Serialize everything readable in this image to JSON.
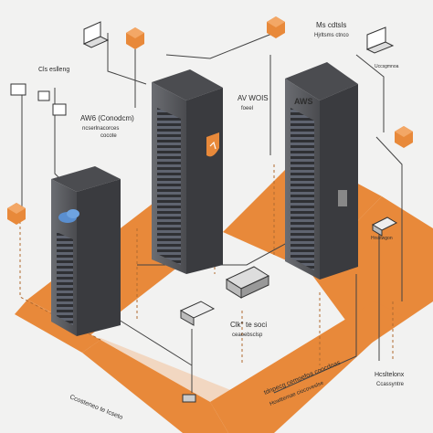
{
  "labels": {
    "top_right": "Ms cdtsls",
    "top_right_sub": "Hjrltsms ctnco",
    "left_upper": "Cls eslleng",
    "aws_left": "AW6 (Conodcm)",
    "aws_left_sub1": "ncserlnacorces",
    "aws_left_sub2": "cocote",
    "mid_right": "AV WOIS",
    "mid_right_sub": "foeel",
    "rack_logo": "AWS",
    "center_bottom": "Clk° te soci",
    "center_bottom_sub": "ceaoebsclsp",
    "bottom_left": "Ccosteneo te Icseto",
    "bottom_right_main": "tdnpecg cemoefoa coocdoas",
    "bottom_right_sub": "Howttemae ciocoveslse",
    "far_right_bottom": "Hcsltelonx",
    "far_right_bottom_sub": "Ccassyntre",
    "right_small_1": "Hrsstwgon",
    "right_small_2": "Uccsgmnoa"
  },
  "colors": {
    "accent": "#e8893a",
    "accent_light": "#f3a766",
    "rack_dark": "#3a3b3f",
    "rack_side": "#57595d",
    "background": "#f2f2f1",
    "line": "#444444"
  },
  "icons": [
    "laptop-icon",
    "cube-icon",
    "cloud-icon",
    "shield-icon",
    "storage-device-icon",
    "monitor-icon"
  ]
}
